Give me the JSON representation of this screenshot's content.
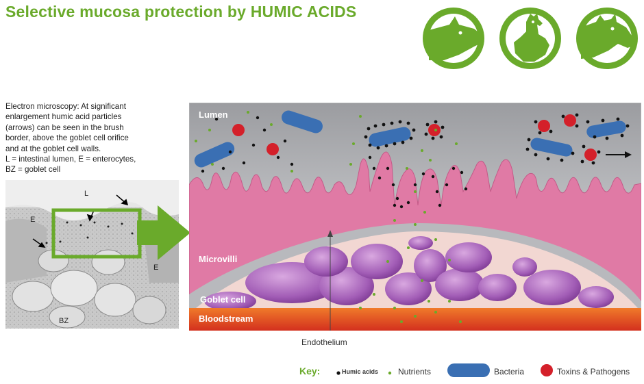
{
  "title": "Selective mucosa protection by HUMIC ACIDS",
  "caption": {
    "lines": [
      "Electron microscopy: At significant",
      "enlargement humic acid particles",
      "(arrows) can be seen in the brush",
      "border, above the goblet cell orifice",
      "and at the goblet cell walls.",
      "L = intestinal lumen, E = enterocytes,",
      "BZ = goblet cell"
    ]
  },
  "micrograph": {
    "labels": {
      "L": "L",
      "E1": "E",
      "E2": "E",
      "BZ": "BZ"
    }
  },
  "diagram": {
    "labels": {
      "lumen": "Lumen",
      "microvilli": "Microvilli",
      "goblet": "Goblet cell",
      "bloodstream": "Bloodstream",
      "endothelium": "Endothelium"
    }
  },
  "key": {
    "title": "Key:",
    "humic": "Humic acids",
    "nutrients": "Nutrients",
    "bacteria": "Bacteria",
    "toxins": "Toxins & Pathogens"
  },
  "colors": {
    "brand_green": "#6aaa2b",
    "bacteria_blue": "#3a6fb3",
    "toxin_red": "#d4202a",
    "microvilli_pink": "#e07aa5",
    "goblet_purple": "#9a5ab0",
    "bloodstream_red": "#e4452a"
  },
  "icons": [
    "pig-icon",
    "chicken-icon",
    "cow-icon"
  ]
}
